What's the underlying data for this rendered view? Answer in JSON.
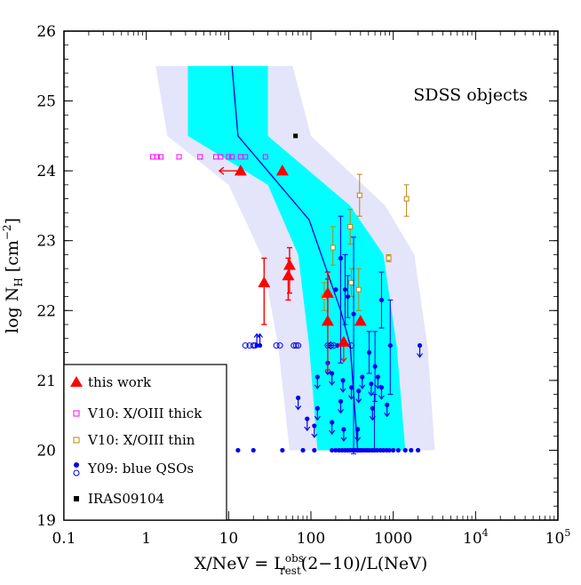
{
  "chart_data": {
    "type": "scatter",
    "annotation": "SDSS objects",
    "xlabel": "X/NeV = L",
    "xlabel_sup": "obs",
    "xlabel_sub": "rest",
    "xlabel_tail": "(2−10)/L(NeV)",
    "ylabel": "log N",
    "ylabel_sub": "H",
    "ylabel_unit": "[cm",
    "ylabel_unit_sup": "−2",
    "ylabel_unit_end": "]",
    "x_scale": "log",
    "xlim": [
      0.1,
      100000
    ],
    "ylim": [
      19,
      26
    ],
    "x_ticks": [
      {
        "value": 0.1,
        "label": "0.1"
      },
      {
        "value": 1,
        "label": "1"
      },
      {
        "value": 10,
        "label": "10"
      },
      {
        "value": 100,
        "label": "100"
      },
      {
        "value": 1000,
        "label": "1000"
      },
      {
        "value": 10000,
        "label": "10",
        "sup": "4"
      },
      {
        "value": 100000,
        "label": "10",
        "sup": "5"
      }
    ],
    "y_ticks": [
      {
        "value": 19,
        "label": "19"
      },
      {
        "value": 20,
        "label": "20"
      },
      {
        "value": 21,
        "label": "21"
      },
      {
        "value": 22,
        "label": "22"
      },
      {
        "value": 23,
        "label": "23"
      },
      {
        "value": 24,
        "label": "24"
      },
      {
        "value": 25,
        "label": "25"
      },
      {
        "value": 26,
        "label": "26"
      }
    ],
    "legend_position": "bottom-left",
    "legend": [
      {
        "label": "this work",
        "marker": "triangle",
        "color": "#ff0000"
      },
      {
        "label": "V10: X/OIII thick",
        "marker": "open-square",
        "color": "#ff00ff"
      },
      {
        "label": "V10: X/OIII thin",
        "marker": "open-square",
        "color": "#b8860b"
      },
      {
        "label": "Y09: blue QSOs",
        "marker": "filled-circle+open-circle",
        "color": "#0000ee"
      },
      {
        "label": "IRAS09104",
        "marker": "filled-square",
        "color": "#000000"
      }
    ],
    "bands": [
      {
        "name": "outer",
        "color": "#e4e4fa",
        "left": [
          [
            1.3,
            25.5
          ],
          [
            1.8,
            24.5
          ],
          [
            10,
            23.8
          ],
          [
            25,
            22.8
          ],
          [
            40,
            21.5
          ],
          [
            55,
            20.0
          ]
        ],
        "right": [
          [
            60,
            25.5
          ],
          [
            100,
            24.5
          ],
          [
            800,
            23.5
          ],
          [
            1800,
            22.8
          ],
          [
            2600,
            21.5
          ],
          [
            3200,
            20.0
          ]
        ]
      },
      {
        "name": "inner",
        "color": "#00ffff",
        "left": [
          [
            3.2,
            25.5
          ],
          [
            3.2,
            24.5
          ],
          [
            30,
            23.8
          ],
          [
            70,
            22.8
          ],
          [
            95,
            21.5
          ],
          [
            120,
            20.0
          ]
        ],
        "right": [
          [
            30,
            25.5
          ],
          [
            30,
            24.5
          ],
          [
            300,
            23.5
          ],
          [
            760,
            22.8
          ],
          [
            1100,
            21.5
          ],
          [
            1400,
            20.0
          ]
        ]
      }
    ],
    "median_line": {
      "color": "#0000cc",
      "points": [
        [
          11,
          25.5
        ],
        [
          13,
          24.5
        ],
        [
          95,
          23.3
        ],
        [
          230,
          22.0
        ],
        [
          300,
          21.5
        ],
        [
          370,
          20.0
        ]
      ]
    },
    "this_work": [
      {
        "x": 14,
        "y": 24.0,
        "upper_x": true
      },
      {
        "x": 45,
        "y": 24.0
      },
      {
        "x": 27,
        "y": 22.4,
        "yerr": [
          0.6,
          0.35
        ]
      },
      {
        "x": 53,
        "y": 22.5,
        "yerr": [
          0.35,
          0.25
        ]
      },
      {
        "x": 55,
        "y": 22.65,
        "yerr": [
          0.4,
          0.25
        ]
      },
      {
        "x": 160,
        "y": 21.85,
        "yerr": [
          0.7,
          0.6
        ]
      },
      {
        "x": 160,
        "y": 22.25,
        "yerr": [
          0.45,
          0.3
        ]
      },
      {
        "x": 250,
        "y": 21.55,
        "upper_y": true
      },
      {
        "x": 400,
        "y": 21.85
      }
    ],
    "v10_thick": [
      {
        "x": 1.2,
        "y": 24.2
      },
      {
        "x": 1.35,
        "y": 24.2
      },
      {
        "x": 1.5,
        "y": 24.2
      },
      {
        "x": 2.5,
        "y": 24.2
      },
      {
        "x": 4.5,
        "y": 24.2
      },
      {
        "x": 7,
        "y": 24.2
      },
      {
        "x": 8,
        "y": 24.2
      },
      {
        "x": 10,
        "y": 24.2
      },
      {
        "x": 11,
        "y": 24.2
      },
      {
        "x": 14,
        "y": 24.2
      },
      {
        "x": 16,
        "y": 24.2
      },
      {
        "x": 28,
        "y": 24.2
      }
    ],
    "v10_thin": [
      {
        "x": 390,
        "y": 23.65,
        "yerr": [
          0.3,
          0.3
        ]
      },
      {
        "x": 1450,
        "y": 23.6,
        "yerr": [
          0.25,
          0.2
        ]
      },
      {
        "x": 300,
        "y": 23.2,
        "yerr": [
          0.25,
          0.25
        ]
      },
      {
        "x": 185,
        "y": 22.9,
        "yerr": [
          0.25,
          0.3
        ]
      },
      {
        "x": 880,
        "y": 22.75,
        "yerr": [
          0.05,
          0.05
        ]
      },
      {
        "x": 310,
        "y": 22.4,
        "yerr": [
          0.2,
          0.2
        ]
      },
      {
        "x": 380,
        "y": 22.3,
        "yerr": [
          0.3,
          0.3
        ]
      },
      {
        "x": 145,
        "y": 22.2,
        "yerr": [
          0.2,
          0.2
        ]
      }
    ],
    "y09_filled": [
      {
        "x": 230,
        "y": 22.75,
        "yerr": [
          1.5,
          0.6
        ]
      },
      {
        "x": 330,
        "y": 21.95,
        "yerr": [
          2.0,
          1.1
        ]
      },
      {
        "x": 260,
        "y": 22.3,
        "yerr": [
          0.5,
          0.5
        ]
      },
      {
        "x": 720,
        "y": 22.15,
        "yerr": [
          0.4,
          0.4
        ]
      },
      {
        "x": 920,
        "y": 21.5,
        "yerr": [
          0.7,
          0.65
        ]
      },
      {
        "x": 200,
        "y": 22.3
      },
      {
        "x": 280,
        "y": 22.2,
        "yerr": [
          0.3,
          0.3
        ]
      },
      {
        "x": 510,
        "y": 21.4,
        "yerr": [
          0.3,
          0.3
        ]
      },
      {
        "x": 600,
        "y": 21.2,
        "yerr": [
          0.5,
          0.5
        ]
      },
      {
        "x": 160,
        "y": 21.25,
        "upper_y": true
      },
      {
        "x": 180,
        "y": 21.1,
        "upper_y": true
      },
      {
        "x": 120,
        "y": 21.05,
        "upper_y": true
      },
      {
        "x": 245,
        "y": 21.0,
        "upper_y": true
      },
      {
        "x": 420,
        "y": 21.05,
        "upper_y": true
      },
      {
        "x": 310,
        "y": 20.9,
        "upper_y": true
      },
      {
        "x": 540,
        "y": 20.95,
        "upper_y": true
      },
      {
        "x": 650,
        "y": 21.05,
        "upper_y": true
      },
      {
        "x": 720,
        "y": 20.9,
        "upper_y": true
      },
      {
        "x": 380,
        "y": 20.85,
        "upper_y": true
      },
      {
        "x": 70,
        "y": 20.75,
        "upper_y": true
      },
      {
        "x": 230,
        "y": 20.7,
        "upper_y": true
      },
      {
        "x": 120,
        "y": 20.6,
        "upper_y": true
      },
      {
        "x": 560,
        "y": 20.6,
        "upper_y": true
      },
      {
        "x": 840,
        "y": 20.65,
        "upper_y": true
      },
      {
        "x": 110,
        "y": 20.35,
        "upper_y": true
      },
      {
        "x": 180,
        "y": 20.4,
        "upper_y": true
      },
      {
        "x": 250,
        "y": 20.3,
        "upper_y": true
      },
      {
        "x": 370,
        "y": 20.3,
        "upper_y": true
      },
      {
        "x": 90,
        "y": 20.45,
        "upper_y": true
      },
      {
        "x": 2100,
        "y": 21.5,
        "upper_y": true
      },
      {
        "x": 210,
        "y": 21.5,
        "upper_x": true
      },
      {
        "x": 22,
        "y": 21.5,
        "upper_y_up": true
      },
      {
        "x": 24,
        "y": 21.5,
        "upper_y_up": true
      },
      {
        "x": 13,
        "y": 20.0
      },
      {
        "x": 20,
        "y": 20.0
      },
      {
        "x": 45,
        "y": 20.0
      },
      {
        "x": 80,
        "y": 20.0
      },
      {
        "x": 110,
        "y": 20.0
      },
      {
        "x": 180,
        "y": 20.0
      },
      {
        "x": 200,
        "y": 20.0
      },
      {
        "x": 220,
        "y": 20.0
      },
      {
        "x": 240,
        "y": 20.0
      },
      {
        "x": 260,
        "y": 20.0
      },
      {
        "x": 280,
        "y": 20.0
      },
      {
        "x": 300,
        "y": 20.0
      },
      {
        "x": 320,
        "y": 20.0
      },
      {
        "x": 340,
        "y": 20.0
      },
      {
        "x": 360,
        "y": 20.0
      },
      {
        "x": 380,
        "y": 20.0
      },
      {
        "x": 400,
        "y": 20.0
      },
      {
        "x": 420,
        "y": 20.0
      },
      {
        "x": 450,
        "y": 20.0
      },
      {
        "x": 480,
        "y": 20.0
      },
      {
        "x": 510,
        "y": 20.0
      },
      {
        "x": 550,
        "y": 20.0
      },
      {
        "x": 590,
        "y": 20.0,
        "yerr": [
          0.0,
          0.8
        ]
      },
      {
        "x": 640,
        "y": 20.0
      },
      {
        "x": 700,
        "y": 20.0
      },
      {
        "x": 760,
        "y": 20.0
      },
      {
        "x": 830,
        "y": 20.0
      },
      {
        "x": 900,
        "y": 20.0
      },
      {
        "x": 1000,
        "y": 20.0
      },
      {
        "x": 1150,
        "y": 20.0
      },
      {
        "x": 1400,
        "y": 20.0
      },
      {
        "x": 1650,
        "y": 20.0
      },
      {
        "x": 2000,
        "y": 20.0
      }
    ],
    "y09_open": [
      {
        "x": 16,
        "y": 21.5
      },
      {
        "x": 18,
        "y": 21.5
      },
      {
        "x": 20,
        "y": 21.5
      },
      {
        "x": 21,
        "y": 21.5
      },
      {
        "x": 38,
        "y": 21.5
      },
      {
        "x": 42,
        "y": 21.5
      },
      {
        "x": 62,
        "y": 21.5
      },
      {
        "x": 66,
        "y": 21.5
      },
      {
        "x": 70,
        "y": 21.5
      },
      {
        "x": 160,
        "y": 21.5
      },
      {
        "x": 175,
        "y": 21.5
      },
      {
        "x": 190,
        "y": 21.5
      },
      {
        "x": 310,
        "y": 21.5
      }
    ],
    "iras": [
      {
        "x": 65,
        "y": 24.5
      }
    ]
  }
}
